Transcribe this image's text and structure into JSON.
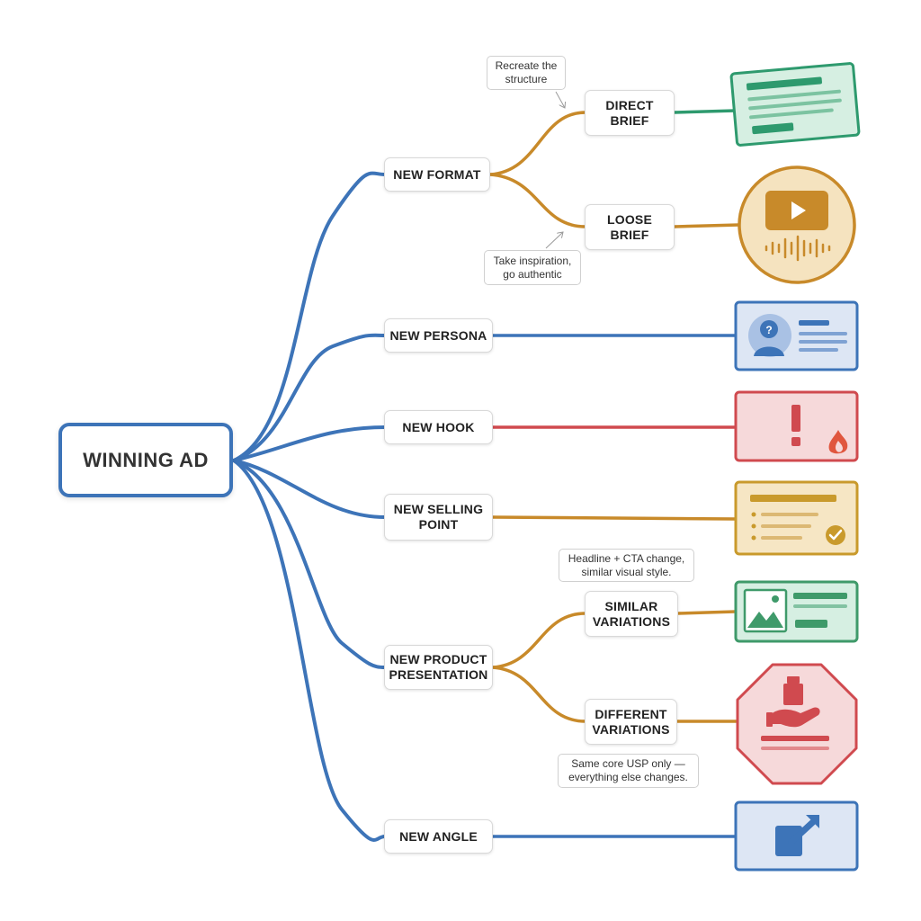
{
  "root": {
    "label": "WINNING AD"
  },
  "branches": {
    "new_format": "NEW FORMAT",
    "new_persona": "NEW PERSONA",
    "new_hook": "NEW HOOK",
    "new_selling_point": "NEW SELLING\nPOINT",
    "new_product_presentation": "NEW PRODUCT\nPRESENTATION",
    "new_angle": "NEW ANGLE"
  },
  "sub_branches": {
    "direct_brief": "DIRECT\nBRIEF",
    "loose_brief": "LOOSE\nBRIEF",
    "similar_variations": "SIMILAR\nVARIATIONS",
    "different_variations": "DIFFERENT\nVARIATIONS"
  },
  "notes": {
    "recreate_structure": "Recreate the\nstructure",
    "take_inspiration": "Take inspiration,\ngo authentic",
    "headline_cta": "Headline + CTA change,\nsimilar visual style.",
    "same_core_usp": "Same core USP only —\neverything else changes."
  },
  "cards": [
    {
      "name": "document-card-icon",
      "color": "#2e9a6e"
    },
    {
      "name": "video-audio-icon",
      "color": "#c88a2a"
    },
    {
      "name": "persona-profile-icon",
      "color": "#3d74b8"
    },
    {
      "name": "alert-fire-icon",
      "color": "#d04a4f"
    },
    {
      "name": "checklist-approved-icon",
      "color": "#c99a2c"
    },
    {
      "name": "image-text-layout-icon",
      "color": "#3f9a6a"
    },
    {
      "name": "product-in-hand-icon",
      "color": "#d04a4f"
    },
    {
      "name": "share-arrow-icon",
      "color": "#3d74b8"
    }
  ],
  "colors": {
    "blue": "#3d74b8",
    "gold": "#c88a2a",
    "red": "#d04a4f",
    "green": "#2e9a6e"
  }
}
